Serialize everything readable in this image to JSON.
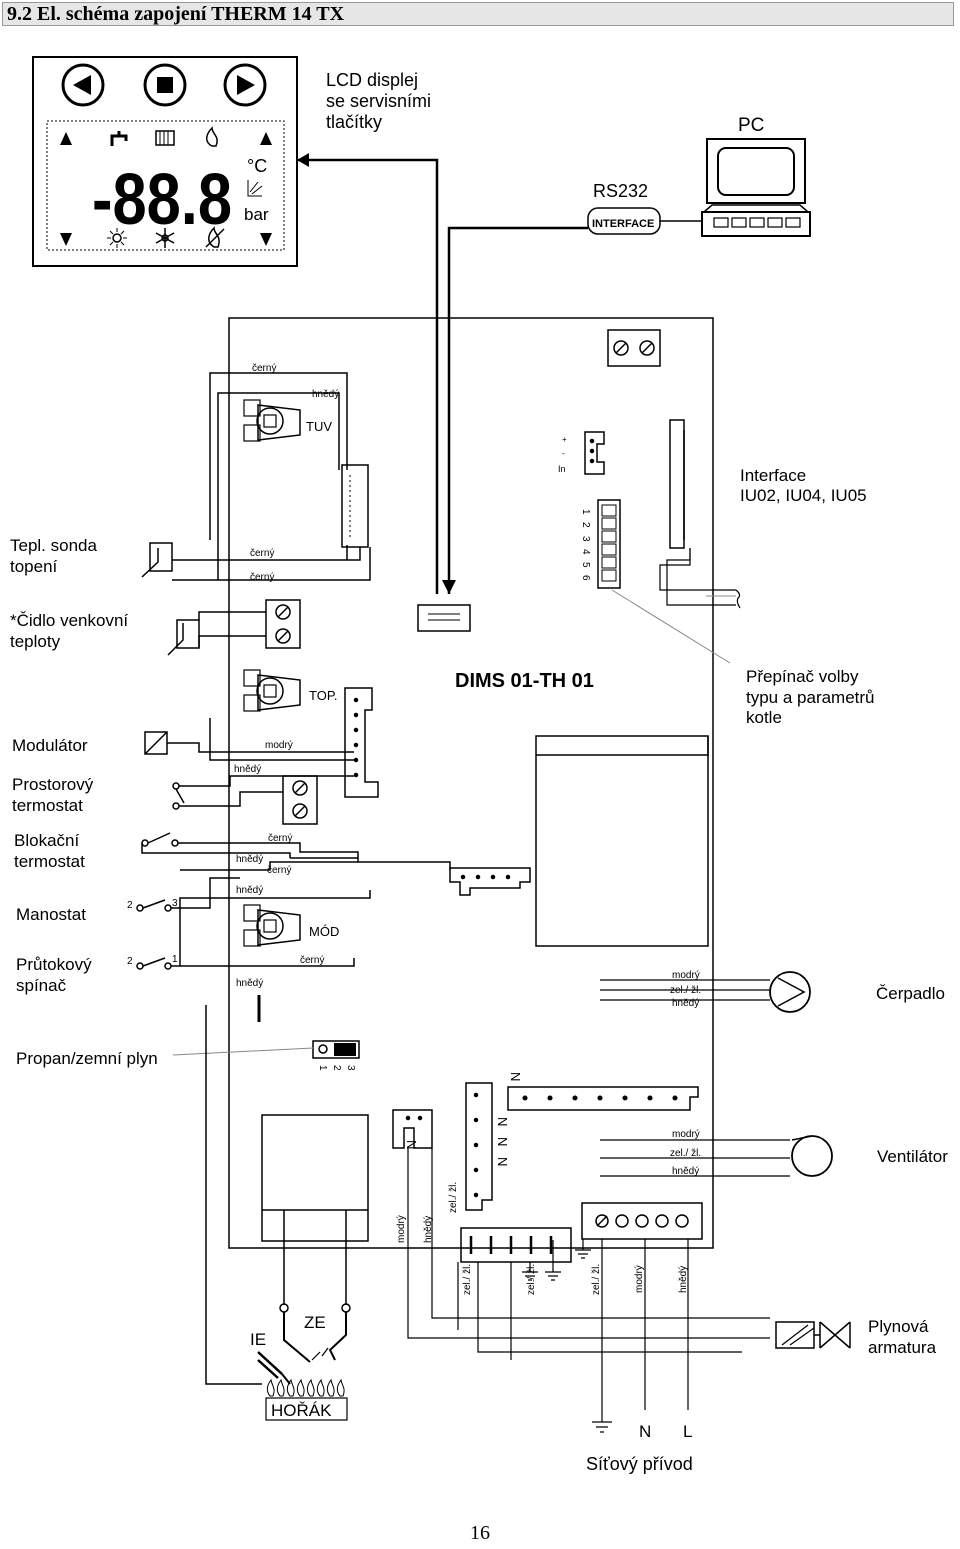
{
  "page_title": "9.2 El. schéma zapojení THERM 14 TX",
  "page_number": "16",
  "lcd": {
    "readout": "-88.8",
    "unit_celsius": "°C",
    "unit_bar": "bar",
    "caption_lines": [
      "LCD displej",
      "se servisními",
      "tlačítky"
    ],
    "icons": [
      "left-arrow-icon",
      "stop-icon",
      "right-arrow-icon",
      "tap-icon",
      "radiator-icon",
      "flame-icon",
      "sun-icon",
      "snowflake-icon",
      "no-flame-icon"
    ]
  },
  "pc_label": "PC",
  "rs232_label": "RS232",
  "interface_box": "INTERFACE",
  "interface_text_lines": [
    "Interface",
    "IU02, IU04, IU05"
  ],
  "board_title": "DIMS 01-TH 01",
  "switch_caption_lines": [
    "Přepínač volby",
    "typu a parametrů",
    "kotle"
  ],
  "pot_tuv": "TUV",
  "pot_top": "TOP.",
  "pot_mod": "MÓD",
  "in_labels": [
    "+",
    "-",
    "In"
  ],
  "dip_numbers": [
    "1",
    "2",
    "3",
    "4",
    "5",
    "6"
  ],
  "jumper_numbers": [
    "1",
    "2",
    "3"
  ],
  "left_labels": {
    "tepl_sonda": [
      "Tepl. sonda",
      "topení"
    ],
    "cidlo": [
      "*Čidlo venkovní",
      "teploty"
    ],
    "modulator": "Modulátor",
    "prostorovy": [
      "Prostorový",
      "termostat"
    ],
    "blokacni": [
      "Blokační",
      "termostat"
    ],
    "manostat": "Manostat",
    "prutokovy": [
      "Průtokový",
      "spínač"
    ],
    "propan": "Propan/zemní plyn"
  },
  "contact_numbers": {
    "manostat": [
      "2",
      "3"
    ],
    "prutokovy": [
      "2",
      "1"
    ]
  },
  "right_labels": {
    "cerpadlo": "Čerpadlo",
    "ventilator": "Ventilátor",
    "plynova": [
      "Plynová",
      "armatura"
    ]
  },
  "burner": {
    "ie": "IE",
    "ze": "ZE",
    "horak": "HOŘÁK"
  },
  "mains": {
    "n": "N",
    "l": "L",
    "caption": "Síťový přívod"
  },
  "wires": {
    "black": "černý",
    "brown": "hnědý",
    "blue": "modrý",
    "yellow_green": "zel./ žl.",
    "yellow_green_short": "zel./ žl."
  },
  "n_marks": [
    "N",
    "N",
    "N",
    "N",
    "N"
  ]
}
